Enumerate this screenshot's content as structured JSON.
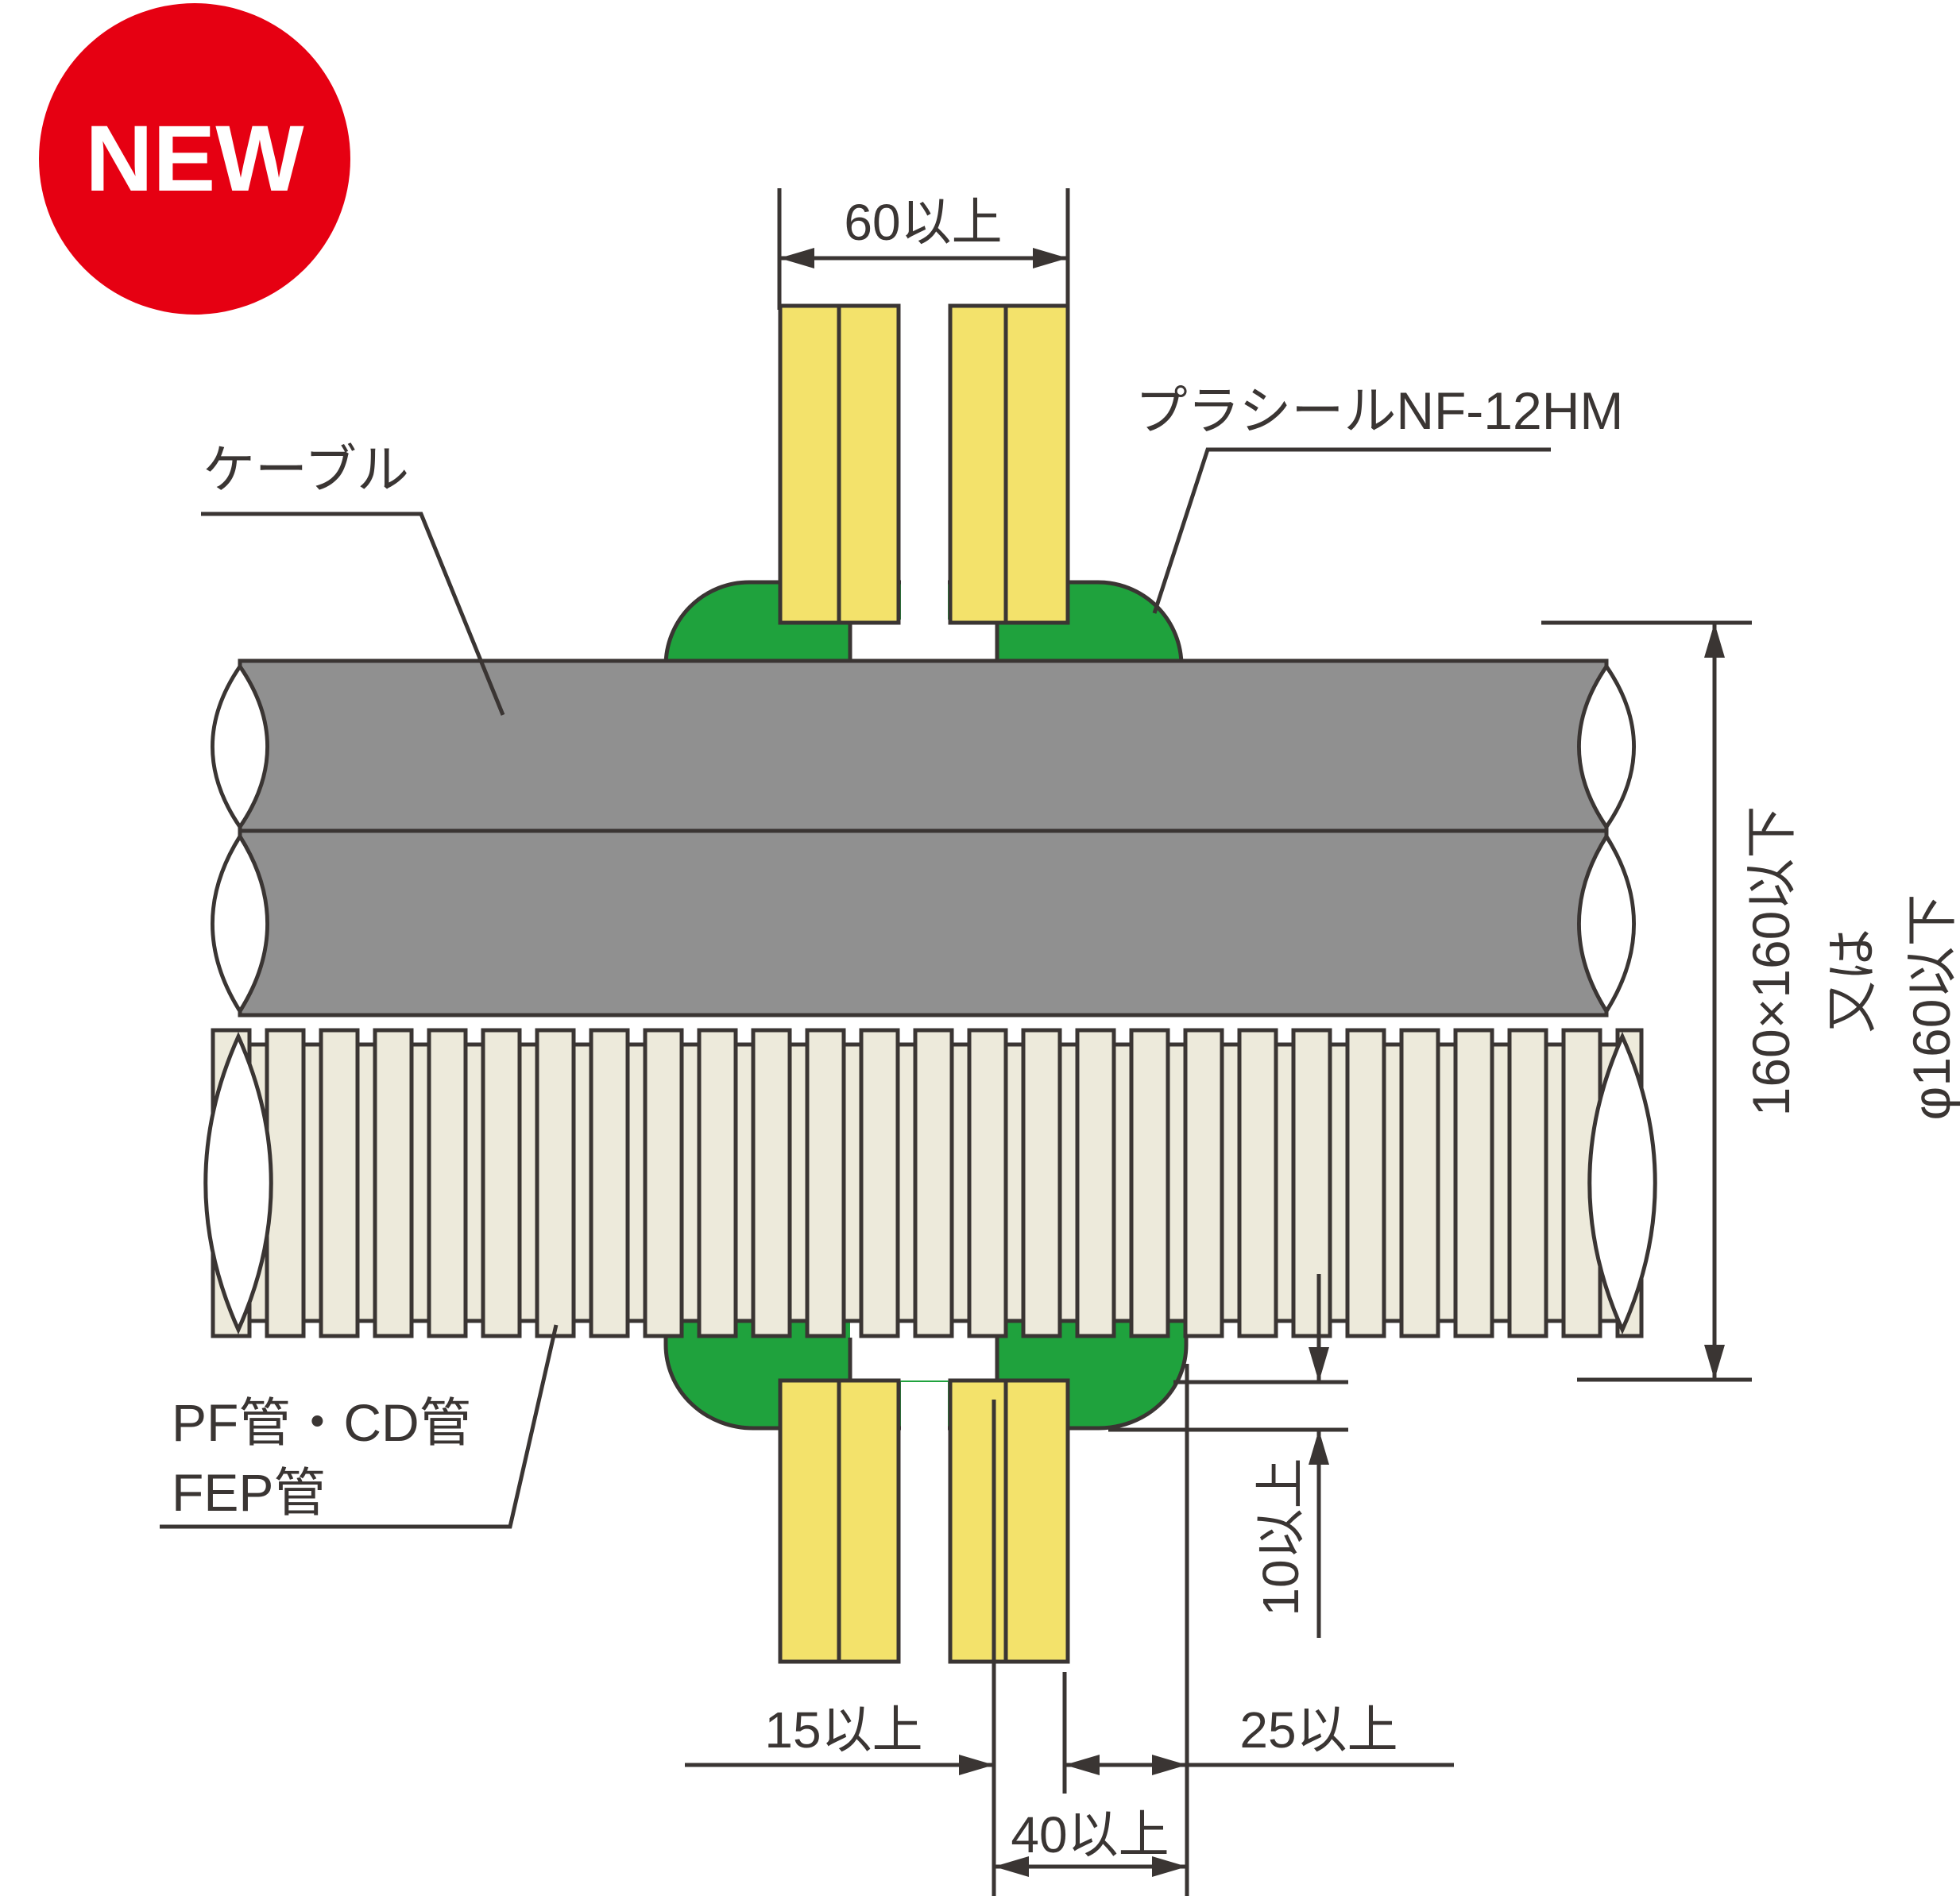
{
  "badge": {
    "label": "NEW"
  },
  "labels": {
    "cable": "ケーブル",
    "sealant": "プラシールNF-12HM",
    "pipe_line1": "PF管・CD管",
    "pipe_line2": "FEP管"
  },
  "dimensions": {
    "top_width": "60以上",
    "right_size_lines": [
      "160×160以下",
      "又は",
      "φ160以下"
    ],
    "seal_thickness": "10以上",
    "board_overlap": "15以上",
    "seal_beyond_board": "25以上",
    "seal_width": "40以上"
  },
  "colors": {
    "badge_red": "#e60012",
    "seal_green": "#1fa23d",
    "board_yellow": "#f3e26b",
    "pipe_beige": "#edeadb",
    "cable_gray": "#909090",
    "line_dark": "#3a3533",
    "white": "#ffffff"
  }
}
